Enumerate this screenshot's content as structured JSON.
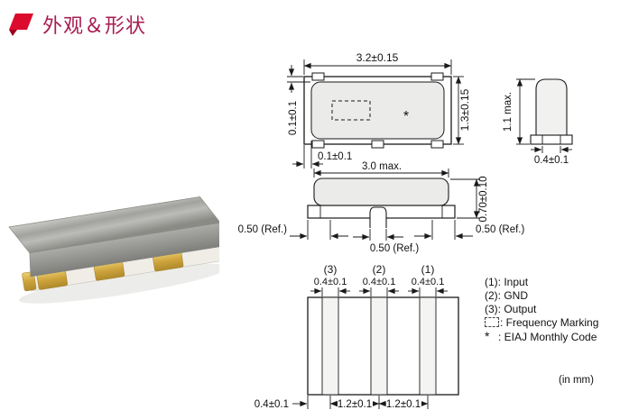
{
  "header": {
    "title": "外观＆形状"
  },
  "top_view": {
    "dim_width": "3.2±0.15",
    "dim_height": "1.3±0.15",
    "dim_gap_vertical": "0.1±0.1",
    "dim_gap_horizontal": "0.1±0.1",
    "marking_symbol": "*"
  },
  "side_view": {
    "dim_height": "1.1 max.",
    "dim_width": "0.4±0.1"
  },
  "front_view": {
    "dim_width": "3.0 max.",
    "dim_height": "0.70±0.10",
    "dim_left_ref": "0.50 (Ref.)",
    "dim_right_ref": "0.50 (Ref.)",
    "dim_center_ref": "0.50 (Ref.)"
  },
  "bottom_view": {
    "pin_labels": [
      "(3)",
      "(2)",
      "(1)"
    ],
    "pad_width_dims": [
      "0.4±0.1",
      "0.4±0.1",
      "0.4±0.1"
    ],
    "dim_edge": "0.4±0.1",
    "dim_pitch_left": "1.2±0.1",
    "dim_pitch_right": "1.2±0.1"
  },
  "legend": {
    "pin1": "(1): Input",
    "pin2": "(2): GND",
    "pin3": "(3): Output",
    "marking": ": Frequency Marking",
    "code_symbol": "*",
    "code": ": EIAJ Monthly Code"
  },
  "units": "(in mm)"
}
